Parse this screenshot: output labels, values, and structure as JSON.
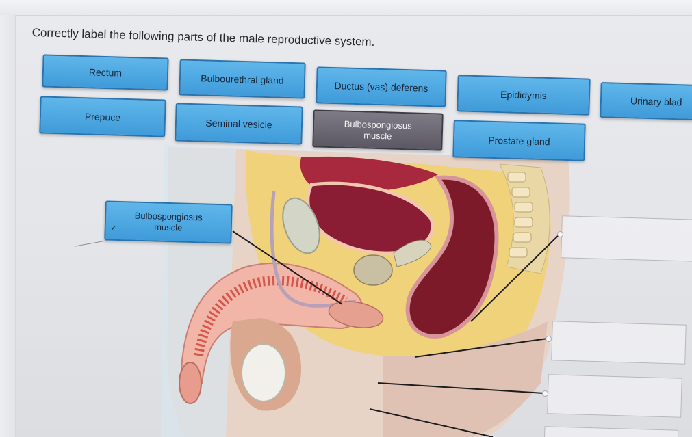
{
  "question": "Correctly label the following parts of the male reproductive system.",
  "label_bank": [
    {
      "name": "label-rectum",
      "text": "Rectum"
    },
    {
      "name": "label-bulbourethral-gland",
      "text": "Bulbourethral gland"
    },
    {
      "name": "label-ductus-deferens",
      "text": "Ductus (vas) deferens"
    },
    {
      "name": "label-epididymis",
      "text": "Epididymis"
    },
    {
      "name": "label-urinary-bladder",
      "text": "Urinary blad"
    },
    {
      "name": "label-prepuce",
      "text": "Prepuce"
    },
    {
      "name": "label-seminal-vesicle",
      "text": "Seminal vesicle"
    },
    {
      "name": "label-bulbospongiosus-bank",
      "text": "Bulbospongiosus muscle"
    },
    {
      "name": "label-prostate-gland",
      "text": "Prostate gland"
    }
  ],
  "placed_label": {
    "text": "Bulbospongiosus muscle"
  },
  "drop_zone_count": 4,
  "colors": {
    "chip_blue": "#4aa7e0",
    "chip_border": "#2a73ad",
    "chip_selected": "#6a6672",
    "leader_line": "#1c1c1c"
  }
}
